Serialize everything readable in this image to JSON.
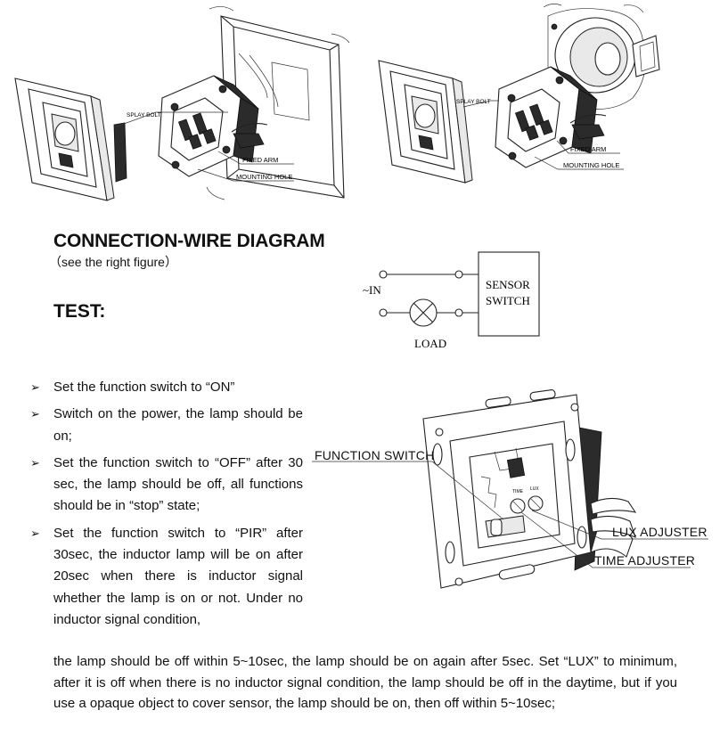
{
  "figure_left": {
    "labels": {
      "splay_bolt": "SPLAY BOLT",
      "fixed_arm": "FIXED ARM",
      "mounting_hole": "MOUNTING HOLE"
    }
  },
  "figure_right": {
    "labels": {
      "splay_bolt": "SPLAY BOLT",
      "fixed_arm": "FIXED ARM",
      "mounting_hole": "MOUNTING HOLE"
    }
  },
  "connection": {
    "title": "CONNECTION-WIRE DIAGRAM",
    "note": "（see the right figure）"
  },
  "wiring": {
    "in_label": "~IN",
    "sensor_line1": "SENSOR",
    "sensor_line2": "SWITCH",
    "load_label": "LOAD"
  },
  "test": {
    "title": "TEST:",
    "bullet_glyph": "➢",
    "steps": [
      "Set the function switch to “ON”",
      "Switch on the power, the lamp should be on;",
      "Set the function switch to “OFF” after 30 sec, the lamp should be off, all functions should be in “stop” state;",
      "Set the function switch to “PIR” after 30sec, the inductor lamp will be on after 20sec when there is inductor signal whether the lamp is on or not. Under no inductor signal condition,"
    ],
    "continuation": "the lamp should be off within 5~10sec, the lamp should be on again after 5sec. Set “LUX” to minimum, after it is off when there is no inductor signal condition, the lamp should be off in the daytime, but if you use a opaque object to cover sensor, the lamp should be on, then off within 5~10sec;"
  },
  "module": {
    "function_switch": "FUNCTION SWITCH",
    "lux_adjuster": "LUX ADJUSTER",
    "time_adjuster": "TIME ADJUSTER"
  }
}
